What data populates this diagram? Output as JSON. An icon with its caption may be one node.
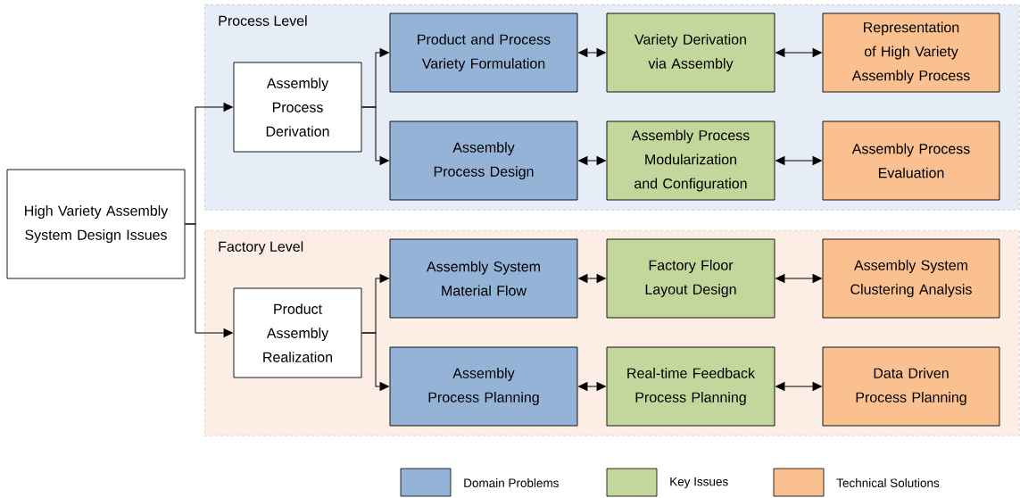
{
  "diagram": {
    "nodes": [
      {
        "text": [
          "High Variety Assembly System Design Issues"
        ]
      },
      {
        "text": [
          "Process Level"
        ]
      },
      {
        "text": [
          "Assembly Process Derivation"
        ],
        "in": 1
      },
      {
        "text": [
          "Product and Process Variety Formulation"
        ],
        "in": 1
      },
      {
        "text": [
          "Variety Derivation via Assembly"
        ],
        "in": 1
      },
      {
        "text": [
          "Representation of High Variety Assembly Process"
        ],
        "in": 1
      },
      {
        "text": [
          "Assembly Process Design"
        ],
        "in": 1
      },
      {
        "text": [
          "Assembly Process Modularization and Configuration"
        ],
        "in": 1
      },
      {
        "text": [
          "Assembly Process Evaluation"
        ],
        "in": 1
      },
      {
        "text": [
          "Factory Level"
        ]
      },
      {
        "text": [
          "Product Assembly Realization"
        ],
        "in": 9
      },
      {
        "text": [
          "Assembly System Material Flow"
        ],
        "in": 9
      },
      {
        "text": [
          "Factory Floor Layout Design"
        ],
        "in": 9
      },
      {
        "text": [
          "Assembly System Clustering Analysis"
        ],
        "in": 9
      },
      {
        "text": [
          "Assembly Process Planning"
        ],
        "in": 9
      },
      {
        "text": [
          "Real-time Feedback Process Planning"
        ],
        "in": 9
      },
      {
        "text": [
          "Data Driven Process Planning"
        ],
        "in": 9
      }
    ],
    "edges": [
      {
        "from": 0,
        "to": 2,
        "arrow": "to"
      },
      {
        "from": 0,
        "to": 10,
        "arrow": "to"
      },
      {
        "from": 2,
        "to": 3,
        "arrow": "to"
      },
      {
        "from": 2,
        "to": 6,
        "arrow": "to"
      },
      {
        "from": 3,
        "to": 4,
        "arrow": "both"
      },
      {
        "from": 4,
        "to": 5,
        "arrow": "both"
      },
      {
        "from": 6,
        "to": 7,
        "arrow": "both"
      },
      {
        "from": 7,
        "to": 8,
        "arrow": "both"
      },
      {
        "from": 10,
        "to": 11,
        "arrow": "to"
      },
      {
        "from": 10,
        "to": 14,
        "arrow": "to"
      },
      {
        "from": 11,
        "to": 12,
        "arrow": "both"
      },
      {
        "from": 12,
        "to": 13,
        "arrow": "both"
      },
      {
        "from": 14,
        "to": 15,
        "arrow": "both"
      },
      {
        "from": 15,
        "to": 16,
        "arrow": "both"
      }
    ],
    "legend": [
      {
        "text": "Domain Problems",
        "color": "#95b3d7"
      },
      {
        "text": "Key Issues",
        "color": "#c3d69b"
      },
      {
        "text": "Technical Solutions",
        "color": "#fac090"
      }
    ]
  }
}
